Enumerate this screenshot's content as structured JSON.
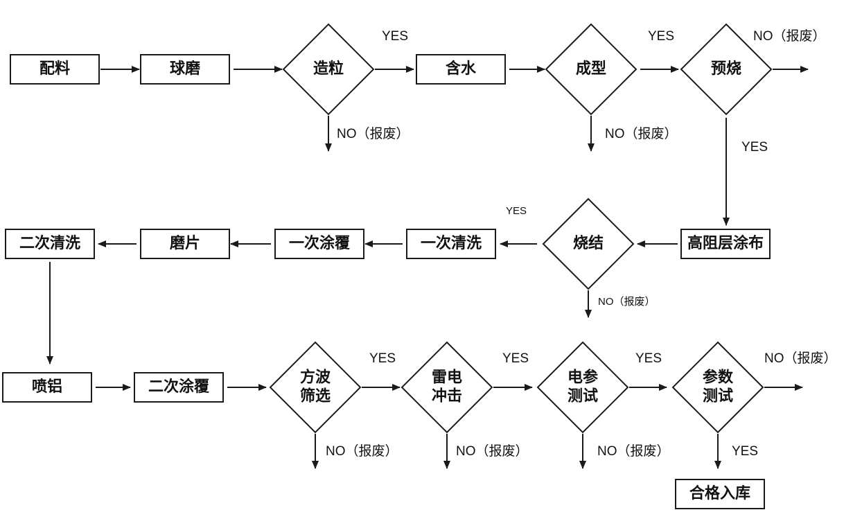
{
  "labels": {
    "yes": "YES",
    "no_scrap": "NO（报废）"
  },
  "colors": {
    "stroke": "#1a1a1a",
    "text": "#111111",
    "background": "#ffffff"
  },
  "nodes": [
    {
      "id": "n1",
      "shape": "rect",
      "text": "配料"
    },
    {
      "id": "n2",
      "shape": "rect",
      "text": "球磨"
    },
    {
      "id": "n3",
      "shape": "diamond",
      "text": "造粒"
    },
    {
      "id": "n4",
      "shape": "rect",
      "text": "含水"
    },
    {
      "id": "n5",
      "shape": "diamond",
      "text": "成型"
    },
    {
      "id": "n6",
      "shape": "diamond",
      "text": "预烧"
    },
    {
      "id": "n7",
      "shape": "rect",
      "text": "高阻层涂布"
    },
    {
      "id": "n8",
      "shape": "diamond",
      "text": "烧结"
    },
    {
      "id": "n9",
      "shape": "rect",
      "text": "一次清洗"
    },
    {
      "id": "n10",
      "shape": "rect",
      "text": "一次涂覆"
    },
    {
      "id": "n11",
      "shape": "rect",
      "text": "磨片"
    },
    {
      "id": "n12",
      "shape": "rect",
      "text": "二次清洗"
    },
    {
      "id": "n13",
      "shape": "rect",
      "text": "喷铝"
    },
    {
      "id": "n14",
      "shape": "rect",
      "text": "二次涂覆"
    },
    {
      "id": "n15",
      "shape": "diamond",
      "text": "方波\n筛选"
    },
    {
      "id": "n16",
      "shape": "diamond",
      "text": "雷电\n冲击"
    },
    {
      "id": "n17",
      "shape": "diamond",
      "text": "电参\n测试"
    },
    {
      "id": "n18",
      "shape": "diamond",
      "text": "参数\n测试"
    },
    {
      "id": "n19",
      "shape": "rect",
      "text": "合格入库"
    }
  ],
  "edges": [
    {
      "id": "e1",
      "from": "n1",
      "to": "n2",
      "label": ""
    },
    {
      "id": "e2",
      "from": "n2",
      "to": "n3",
      "label": ""
    },
    {
      "id": "e3",
      "from": "n3",
      "to": "n4",
      "label": "YES"
    },
    {
      "id": "e4",
      "from": "n3",
      "to": "scrap",
      "label": "NO（报废）"
    },
    {
      "id": "e5",
      "from": "n4",
      "to": "n5",
      "label": ""
    },
    {
      "id": "e6",
      "from": "n5",
      "to": "n6",
      "label": "YES"
    },
    {
      "id": "e7",
      "from": "n5",
      "to": "scrap",
      "label": "NO（报废）"
    },
    {
      "id": "e8",
      "from": "n6",
      "to": "scrap",
      "label": "NO（报废）"
    },
    {
      "id": "e9",
      "from": "n6",
      "to": "n7",
      "label": "YES"
    },
    {
      "id": "e10",
      "from": "n7",
      "to": "n8",
      "label": ""
    },
    {
      "id": "e11",
      "from": "n8",
      "to": "n9",
      "label": "YES"
    },
    {
      "id": "e12",
      "from": "n8",
      "to": "scrap",
      "label": "NO（报废）"
    },
    {
      "id": "e13",
      "from": "n9",
      "to": "n10",
      "label": ""
    },
    {
      "id": "e14",
      "from": "n10",
      "to": "n11",
      "label": ""
    },
    {
      "id": "e15",
      "from": "n11",
      "to": "n12",
      "label": ""
    },
    {
      "id": "e16",
      "from": "n12",
      "to": "n13",
      "label": ""
    },
    {
      "id": "e17",
      "from": "n13",
      "to": "n14",
      "label": ""
    },
    {
      "id": "e18",
      "from": "n14",
      "to": "n15",
      "label": ""
    },
    {
      "id": "e19",
      "from": "n15",
      "to": "n16",
      "label": "YES"
    },
    {
      "id": "e20",
      "from": "n15",
      "to": "scrap",
      "label": "NO（报废）"
    },
    {
      "id": "e21",
      "from": "n16",
      "to": "n17",
      "label": "YES"
    },
    {
      "id": "e22",
      "from": "n16",
      "to": "scrap",
      "label": "NO（报废）"
    },
    {
      "id": "e23",
      "from": "n17",
      "to": "n18",
      "label": "YES"
    },
    {
      "id": "e24",
      "from": "n17",
      "to": "scrap",
      "label": "NO（报废）"
    },
    {
      "id": "e25",
      "from": "n18",
      "to": "scrap",
      "label": "NO（报废）"
    },
    {
      "id": "e26",
      "from": "n18",
      "to": "n19",
      "label": "YES"
    }
  ]
}
